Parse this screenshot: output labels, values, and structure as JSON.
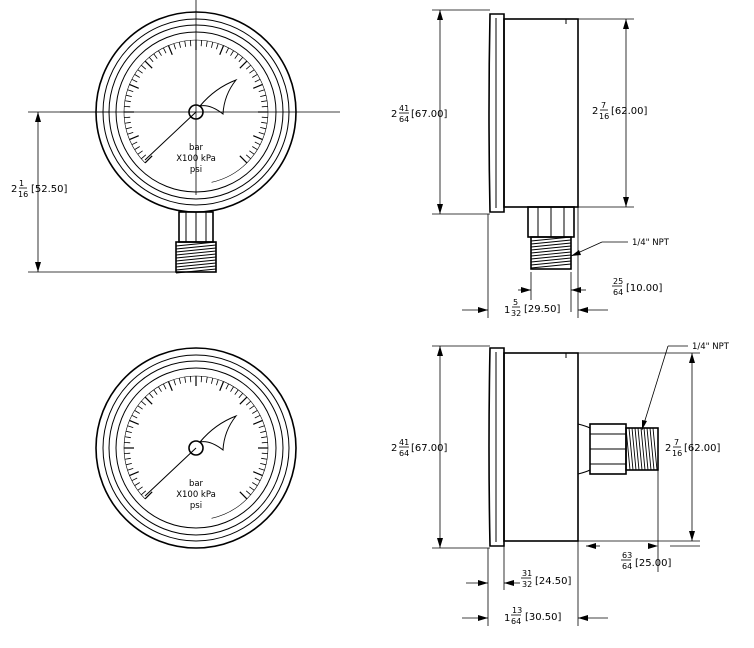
{
  "gauge_labels": {
    "unit1": "bar",
    "unit2": "X100 kPa",
    "unit3": "psi"
  },
  "dims": {
    "front_height": {
      "whole": "2",
      "num": "1",
      "den": "16",
      "metric": "[52.50]"
    },
    "side1_case": {
      "whole": "2",
      "num": "41",
      "den": "64",
      "metric": "[67.00]"
    },
    "side1_inner": {
      "whole": "2",
      "num": "7",
      "den": "16",
      "metric": "[62.00]"
    },
    "side1_npt": "1/4\" NPT",
    "side1_stem": {
      "num": "25",
      "den": "64",
      "metric": "[10.00]"
    },
    "side1_depth": {
      "whole": "1",
      "num": "5",
      "den": "32",
      "metric": "[29.50]"
    },
    "side2_case": {
      "whole": "2",
      "num": "41",
      "den": "64",
      "metric": "[67.00]"
    },
    "side2_inner": {
      "whole": "2",
      "num": "7",
      "den": "16",
      "metric": "[62.00]"
    },
    "side2_npt": "1/4\" NPT",
    "side2_stem": {
      "num": "63",
      "den": "64",
      "metric": "[25.00]"
    },
    "side2_body": {
      "num": "31",
      "den": "32",
      "metric": "[24.50]"
    },
    "side2_depth": {
      "whole": "1",
      "num": "13",
      "den": "64",
      "metric": "[30.50]"
    }
  }
}
